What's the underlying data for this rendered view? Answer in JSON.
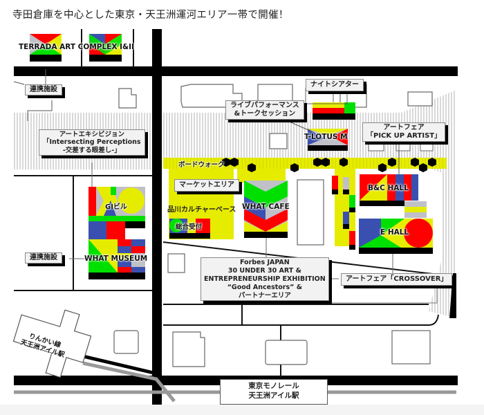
{
  "headline": "寺田倉庫を中心とした東京・天王洲運河エリア一帯で開催！",
  "colors": {
    "red": "#ff0000",
    "green": "#00e000",
    "blue": "#3a50b0",
    "yellow": "#e6ec00",
    "gray": "#c0c0c8",
    "black": "#000000",
    "label_bg": "#f2f2f2"
  },
  "venues": {
    "terrada": "TERRADA ART COMPLEX I&II",
    "night_theater": "ナイトシアター",
    "live_performance": [
      "ライブパフォーマンス",
      "&トークセッション"
    ],
    "t_lotus": "T-LOTUS M",
    "pick_up_artist": [
      "アートフェア",
      "「PICK UP ARTIST」"
    ],
    "boardwalk": "ボードウォーク",
    "market_area": "マーケットエリア",
    "shinagawa_culture_base": "品川カルチャーベース",
    "what_cafe": "WHAT CAFE",
    "reception": "総合受付",
    "bc_hall": "B&C HALL",
    "e_hall": "E HALL",
    "exhibition": [
      "アートエキシビジョン",
      "「Intersecting Perceptions",
      "-交差する眼差し-」"
    ],
    "gi_building": "GIビル",
    "what_museum": "WHAT MUSEUM",
    "partner_facility_1": "連携施設",
    "partner_facility_2": "連携施設",
    "forbes": [
      "Forbes JAPAN",
      "30 UNDER 30 ART &",
      "ENTREPRENEURSHIP EXHIBITION",
      "“Good Ancestors” &",
      "パートナーエリア"
    ],
    "crossover": "アートフェア「CROSSOVER」"
  },
  "stations": {
    "rinkai": [
      "りんかい線",
      "天王洲アイル駅"
    ],
    "monorail": [
      "東京モノレール",
      "天王洲アイル駅"
    ]
  }
}
